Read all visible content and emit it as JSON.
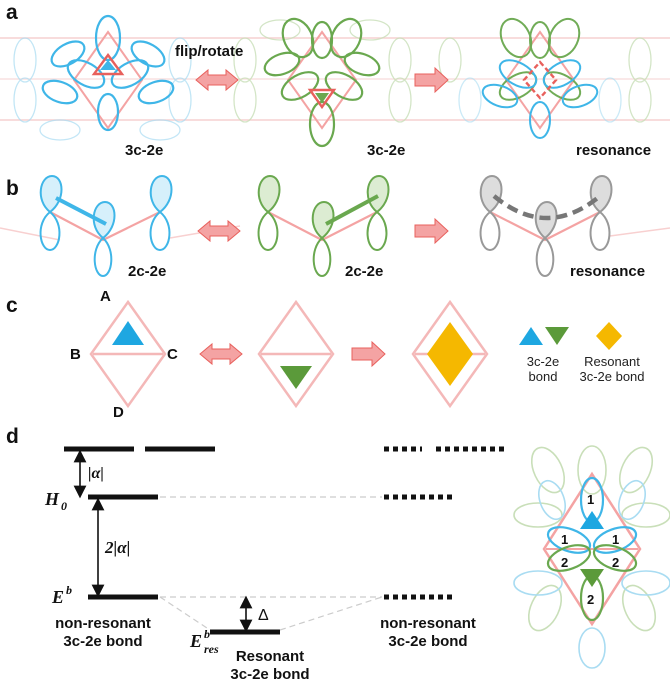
{
  "panels": {
    "a": {
      "label": "a",
      "arrow_text": "flip/rotate",
      "left_caption": "3c-2e",
      "middle_caption": "3c-2e",
      "right_caption": "resonance"
    },
    "b": {
      "label": "b",
      "left_caption": "2c-2e",
      "middle_caption": "2c-2e",
      "right_caption": "resonance"
    },
    "c": {
      "label": "c",
      "site_A": "A",
      "site_B": "B",
      "site_C": "C",
      "site_D": "D",
      "legend_3c2e_line1": "3c-2e",
      "legend_3c2e_line2": "bond",
      "legend_res_line1": "Resonant",
      "legend_res_line2": "3c-2e bond"
    },
    "d": {
      "label": "d",
      "alpha_label": "|α|",
      "two_alpha_label": "2|α|",
      "H0_main": "H",
      "H0_sub": "0",
      "Eb_main": "E",
      "Eb_sup": "b",
      "Eres_main": "E",
      "Eres_sup": "b",
      "Eres_sub": "res",
      "delta_label": "Δ",
      "left_caption_line1": "non-resonant",
      "left_caption_line2": "3c-2e bond",
      "mid_caption_line1": "Resonant",
      "mid_caption_line2": "3c-2e bond",
      "right_caption_line1": "non-resonant",
      "right_caption_line2": "3c-2e bond",
      "inset_numbers": [
        "1",
        "1",
        "1",
        "2",
        "2",
        "2"
      ]
    }
  },
  "colors": {
    "blue": "#3fb6e8",
    "green": "#6aa84f",
    "pink": "#f4a3a3",
    "red": "#e8605c",
    "orange": "#f5b800",
    "gray": "#999999",
    "black": "#111111"
  }
}
